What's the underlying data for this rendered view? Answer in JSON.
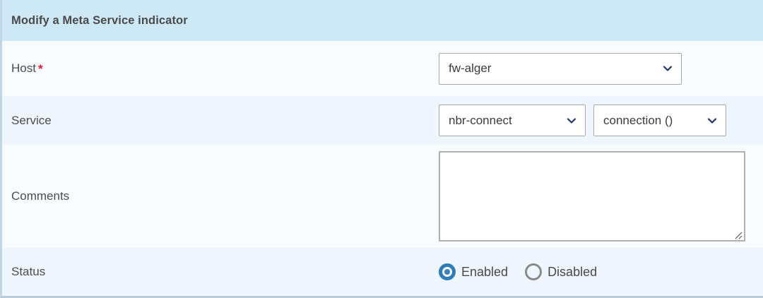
{
  "panel": {
    "title": "Modify a Meta Service indicator"
  },
  "fields": {
    "host": {
      "label": "Host",
      "required_marker": "*",
      "select": {
        "value": "fw-alger",
        "icon": "chevron-down-icon"
      }
    },
    "service": {
      "label": "Service",
      "select_service": {
        "value": "nbr-connect",
        "icon": "chevron-down-icon"
      },
      "select_instance": {
        "value": "connection ()",
        "icon": "chevron-down-icon"
      }
    },
    "comments": {
      "label": "Comments",
      "value": "",
      "placeholder": ""
    },
    "status": {
      "label": "Status",
      "options": [
        {
          "label": "Enabled",
          "selected": true
        },
        {
          "label": "Disabled",
          "selected": false
        }
      ]
    }
  },
  "colors": {
    "header_background": "#cee9f6",
    "row_odd_background": "#f8fcff",
    "row_even_background": "#eff6fd",
    "required_star": "#e8172b",
    "radio_selected": "#3c83bb",
    "radio_unselected": "#8a8a8a",
    "chevron": "#1f3864",
    "label_text": "#4d4d4d",
    "left_border": "#c3d6e6"
  }
}
